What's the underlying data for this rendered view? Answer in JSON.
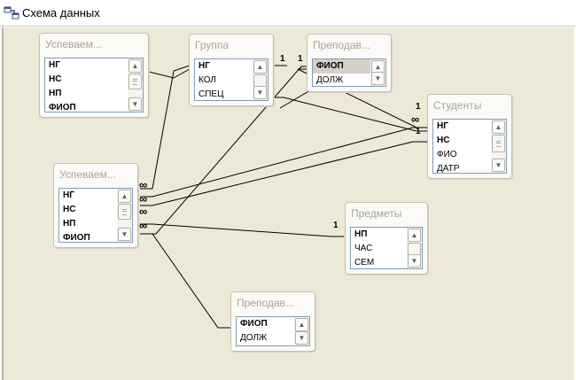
{
  "window": {
    "title": "Схема данных"
  },
  "tables": [
    {
      "id": "uspevaem1",
      "title": "Успеваем...",
      "fields": [
        {
          "name": "НГ",
          "key": true
        },
        {
          "name": "НС",
          "key": true
        },
        {
          "name": "НП",
          "key": true
        },
        {
          "name": "ФИОП",
          "key": true
        }
      ]
    },
    {
      "id": "gruppa",
      "title": "Группа",
      "fields": [
        {
          "name": "НГ",
          "key": true
        },
        {
          "name": "КОЛ",
          "key": false
        },
        {
          "name": "СПЕЦ",
          "key": false
        }
      ]
    },
    {
      "id": "prepodav1",
      "title": "Преподав...",
      "fields": [
        {
          "name": "ФИОП",
          "key": true,
          "selected": true
        },
        {
          "name": "ДОЛЖ",
          "key": false
        }
      ]
    },
    {
      "id": "studenty",
      "title": "Студенты",
      "fields": [
        {
          "name": "НГ",
          "key": true
        },
        {
          "name": "НС",
          "key": true
        },
        {
          "name": "ФИО",
          "key": false
        },
        {
          "name": "ДАТР",
          "key": false
        }
      ]
    },
    {
      "id": "uspevaem2",
      "title": "Успеваем...",
      "fields": [
        {
          "name": "НГ",
          "key": true
        },
        {
          "name": "НС",
          "key": true
        },
        {
          "name": "НП",
          "key": true
        },
        {
          "name": "ФИОП",
          "key": true
        }
      ]
    },
    {
      "id": "predmety",
      "title": "Предметы",
      "fields": [
        {
          "name": "НП",
          "key": true
        },
        {
          "name": "ЧАС",
          "key": false
        },
        {
          "name": "СЕМ",
          "key": false
        }
      ]
    },
    {
      "id": "prepodav2",
      "title": "Преподав...",
      "fields": [
        {
          "name": "ФИОП",
          "key": true
        },
        {
          "name": "ДОЛЖ",
          "key": false
        }
      ]
    }
  ],
  "relations": {
    "one_label": "1",
    "many_label": "∞"
  },
  "colors": {
    "workspace": "#ece9d8",
    "table_title": "#a6a49a",
    "list_border": "#7f9db9",
    "line": "#000000"
  }
}
